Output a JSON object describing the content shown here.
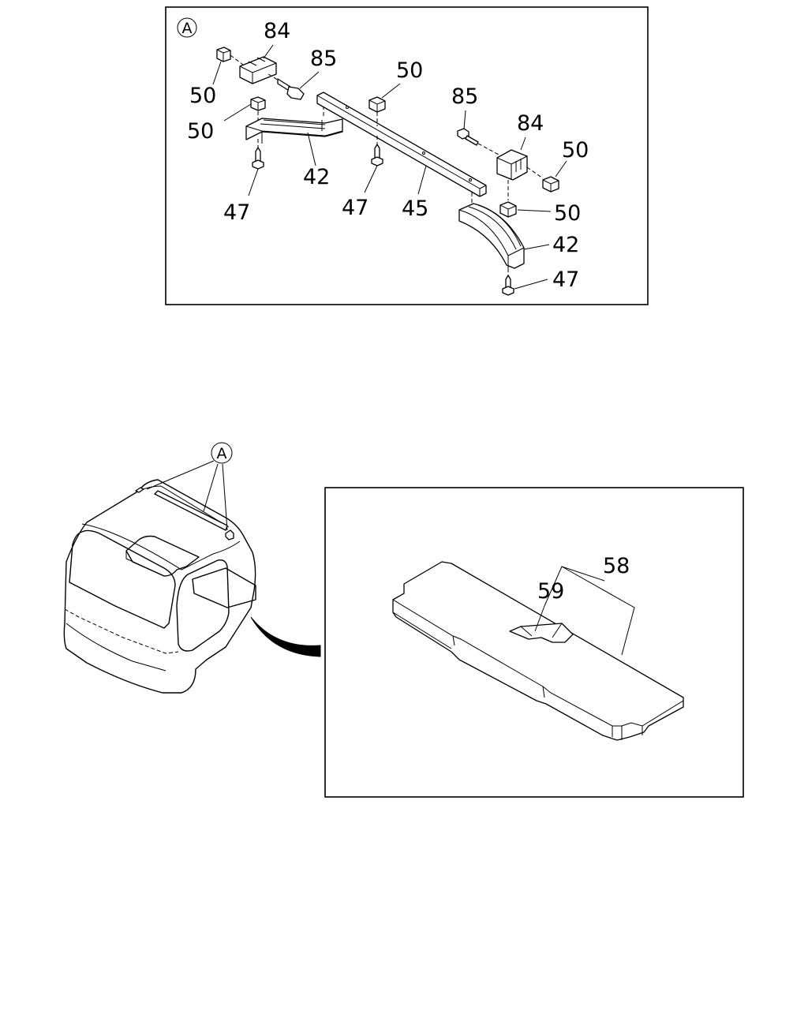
{
  "detail_ref": "A",
  "upper_callouts": {
    "c84_left": "84",
    "c85_left": "85",
    "c50_a": "50",
    "c50_b": "50",
    "c42_left": "42",
    "c47_left": "47",
    "c50_center": "50",
    "c47_center": "47",
    "c45": "45",
    "c85_right": "85",
    "c84_right": "84",
    "c50_right_a": "50",
    "c50_right_b": "50",
    "c42_right": "42",
    "c47_right": "47"
  },
  "cab_ref": "A",
  "lower_callouts": {
    "c58": "58",
    "c59": "59"
  }
}
